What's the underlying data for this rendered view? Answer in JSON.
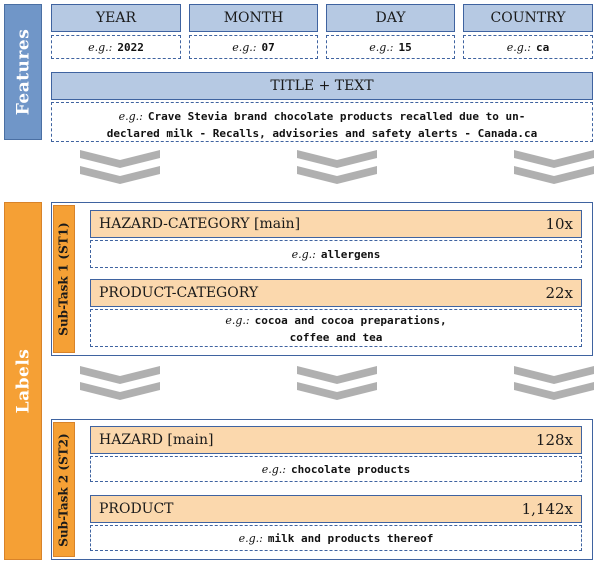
{
  "sections": {
    "features_label": "Features",
    "labels_label": "Labels"
  },
  "features": {
    "year": {
      "header": "YEAR",
      "eg": "e.g.:",
      "example": "2022"
    },
    "month": {
      "header": "MONTH",
      "eg": "e.g.:",
      "example": "07"
    },
    "day": {
      "header": "DAY",
      "eg": "e.g.:",
      "example": "15"
    },
    "country": {
      "header": "COUNTRY",
      "eg": "e.g.:",
      "example": "ca"
    },
    "title_text": {
      "header": "TITLE + TEXT",
      "eg": "e.g.:",
      "example_line1": "Crave Stevia brand chocolate products recalled due to un-",
      "example_line2": "declared milk - Recalls, advisories and safety alerts - Canada.ca"
    }
  },
  "subtask1": {
    "label": "Sub-Task 1 (ST1)",
    "hazard_category": {
      "name": "HAZARD-CATEGORY",
      "tag": "[main]",
      "count": "10x",
      "eg": "e.g.:",
      "example": "allergens"
    },
    "product_category": {
      "name": "PRODUCT-CATEGORY",
      "count": "22x",
      "eg": "e.g.:",
      "example_line1": "cocoa and cocoa preparations,",
      "example_line2": "coffee and tea"
    }
  },
  "subtask2": {
    "label": "Sub-Task 2 (ST2)",
    "hazard": {
      "name": "HAZARD",
      "tag": "[main]",
      "count": "128x",
      "eg": "e.g.:",
      "example": "chocolate products"
    },
    "product": {
      "name": "PRODUCT",
      "count": "1,142x",
      "eg": "e.g.:",
      "example": "milk and products thereof"
    }
  },
  "colors": {
    "features_blue": "#7096c8",
    "feature_box_fill": "#b6c9e3",
    "labels_orange": "#f5a035",
    "label_box_fill": "#fbd8ad",
    "border_blue": "#3f63a0",
    "arrow_grey": "#b0b0b0"
  },
  "icons": {
    "flow_arrow": "double-chevron-down-icon"
  }
}
